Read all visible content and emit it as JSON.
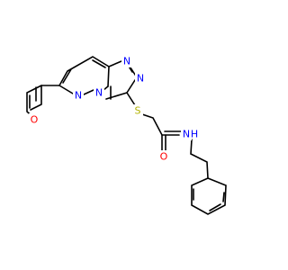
{
  "molecule": {
    "atom_labels": {
      "furan_o": "O",
      "n_ring6": "N",
      "n_bridge": "N",
      "n_tri_1": "N",
      "n_tri_2": "N",
      "s": "S",
      "o_carbonyl": "O",
      "nh": "N",
      "h": "H"
    },
    "colors": {
      "carbon": "#000000",
      "nitrogen": "#0000ff",
      "oxygen": "#ff0000",
      "sulfur": "#b2b200"
    }
  }
}
